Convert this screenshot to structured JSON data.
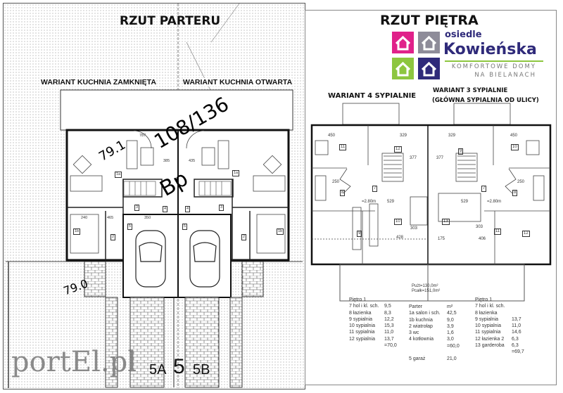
{
  "ground_floor": {
    "title": "RZUT PARTERU",
    "variant_left": "WARIANT KUCHNIA ZAMKNIĘTA",
    "variant_right": "WARIANT KUCHNIA OTWARTA",
    "dims": [
      "787",
      "385",
      "435",
      "240",
      "465",
      "350"
    ],
    "rooms": [
      "1a",
      "1a",
      "2",
      "2",
      "3",
      "3",
      "4",
      "4",
      "5",
      "5",
      "1b",
      "1b"
    ]
  },
  "handwritten": {
    "plot": "108/136",
    "zone": "Bp",
    "elev_1": "79.1",
    "elev_2": "79.0",
    "unit_5a": "5A",
    "unit_5": "5",
    "unit_5b": "5B"
  },
  "watermark": "portEl.pl",
  "upper_floor": {
    "title": "RZUT PIĘTRA",
    "variant_left": "WARIANT 4 SYPIALNIE",
    "variant_right_1": "WARIANT 3 SYPIALNIE",
    "variant_right_2": "(GŁÓWNA SYPIALNIA OD ULICY)",
    "dims_left": [
      "450",
      "329",
      "377",
      "250",
      "529",
      "=2.80m",
      "428",
      "303"
    ],
    "dims_right": [
      "329",
      "450",
      "377",
      "250",
      "529",
      "=2.80m",
      "406",
      "175",
      "303"
    ],
    "rooms_left": [
      "11",
      "12",
      "8",
      "7",
      "9",
      "10"
    ],
    "rooms_right": [
      "9",
      "10",
      "8",
      "7",
      "13",
      "11",
      "12"
    ],
    "area_usable": "Pużt=130,0m²",
    "area_total": "Pcałk=151,0m²"
  },
  "logo": {
    "line1": "osiedle",
    "line2": "Kowieńska",
    "tagline1": "KOMFORTOWE DOMY",
    "tagline2": "NA BIELANACH",
    "colors": [
      "#e0218a",
      "#8e8c99",
      "#8dc63f",
      "#2f2a7a"
    ]
  },
  "table_floor1_a": {
    "header": "Piętro 1",
    "rows": [
      [
        "7 hol i kl. sch.",
        "9,5"
      ],
      [
        "8 łazienka",
        "8,3"
      ],
      [
        "9 sypialnia",
        "12,2"
      ],
      [
        "10 sypialnia",
        "15,3"
      ],
      [
        "11 sypialnia",
        "11,0"
      ],
      [
        "12 sypialnia",
        "13,7"
      ],
      [
        "",
        "=70,0"
      ]
    ]
  },
  "table_ground": {
    "header": "Parter",
    "unit": "m²",
    "rows": [
      [
        "1a salon i sch.",
        "42,5"
      ],
      [
        "1b kuchnia",
        "9,0"
      ],
      [
        "2 wiatrołap",
        "3,9"
      ],
      [
        "3 wc",
        "1,6"
      ],
      [
        "4 kotłownia",
        "3,0"
      ],
      [
        "",
        "=60,0"
      ],
      [
        "",
        ""
      ],
      [
        "5 garaż",
        "21,0"
      ]
    ]
  },
  "table_floor1_b": {
    "header": "Piętro 1",
    "rows": [
      [
        "7 hol i kl. sch.",
        ""
      ],
      [
        "8 łazienka",
        ""
      ],
      [
        "9 sypialnia",
        "13,7"
      ],
      [
        "10 sypialnia",
        "11,0"
      ],
      [
        "11 sypialnia",
        "14,6"
      ],
      [
        "12 łazienka 2",
        "6,3"
      ],
      [
        "13 garderoba",
        "6,3"
      ],
      [
        "",
        "=69,7"
      ]
    ]
  }
}
